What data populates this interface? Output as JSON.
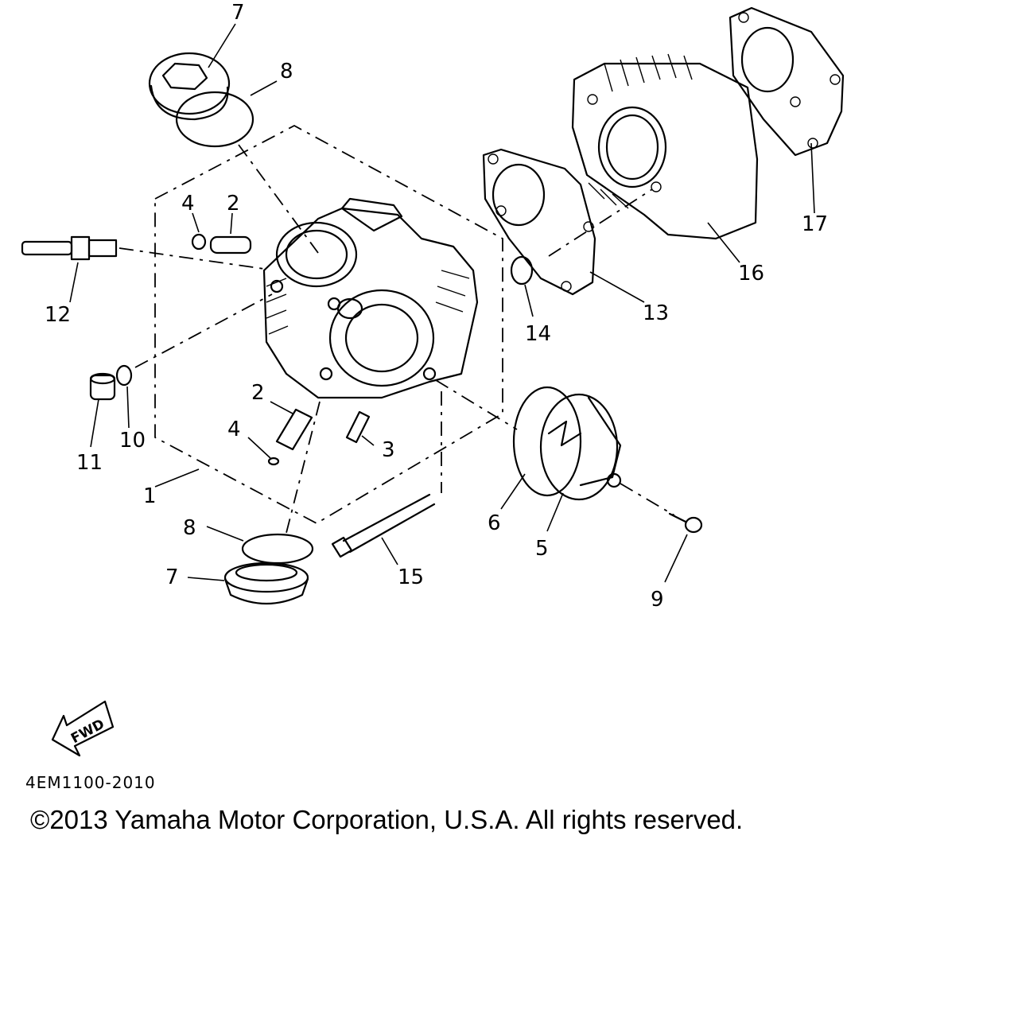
{
  "diagram": {
    "callouts": [
      {
        "key": "7a",
        "text": "7"
      },
      {
        "key": "8a",
        "text": "8"
      },
      {
        "key": "4a",
        "text": "4"
      },
      {
        "key": "2a",
        "text": "2"
      },
      {
        "key": "12",
        "text": "12"
      },
      {
        "key": "11",
        "text": "11"
      },
      {
        "key": "10",
        "text": "10"
      },
      {
        "key": "2b",
        "text": "2"
      },
      {
        "key": "4b",
        "text": "4"
      },
      {
        "key": "3",
        "text": "3"
      },
      {
        "key": "1",
        "text": "1"
      },
      {
        "key": "8b",
        "text": "8"
      },
      {
        "key": "7b",
        "text": "7"
      },
      {
        "key": "15",
        "text": "15"
      },
      {
        "key": "6",
        "text": "6"
      },
      {
        "key": "5",
        "text": "5"
      },
      {
        "key": "9",
        "text": "9"
      },
      {
        "key": "14",
        "text": "14"
      },
      {
        "key": "13",
        "text": "13"
      },
      {
        "key": "16",
        "text": "16"
      },
      {
        "key": "17",
        "text": "17"
      }
    ],
    "fwd_label": "FWD",
    "diagram_code": "4EM1100-2010",
    "copyright": "©2013 Yamaha Motor Corporation, U.S.A. All rights reserved."
  }
}
